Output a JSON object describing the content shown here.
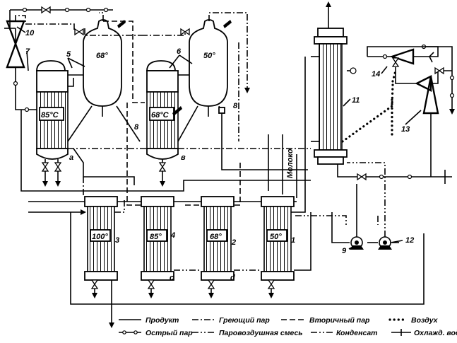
{
  "diagram": {
    "temperatures": {
      "sep_1": "68°",
      "sep_2": "50°",
      "evap_1": "85°C",
      "evap_2": "68°C",
      "heater_100": "100°",
      "heater_85": "85°",
      "heater_68": "68°",
      "heater_50": "50°"
    },
    "numbers": {
      "n1": "1",
      "n2": "2",
      "n3": "3",
      "n4": "4",
      "n5": "5",
      "n6": "6",
      "n7": "7",
      "n8a": "8",
      "n8b": "8",
      "n9": "9",
      "n10": "10",
      "n11": "11",
      "n12": "12",
      "n13": "13",
      "n14": "14"
    },
    "letters": {
      "a": "а",
      "b": "в",
      "c": "с",
      "d": "d"
    },
    "milk_label": "Молоко",
    "legend": {
      "product": "Продукт",
      "heating_steam": "Греющий пар",
      "secondary_steam": "Вторичный пар",
      "air": "Воздух",
      "live_steam": "Острый пар",
      "steam_air": "Паровоздушная смесь",
      "condensate": "Конденсат",
      "cooling_water": "Охлажд. вода"
    }
  }
}
